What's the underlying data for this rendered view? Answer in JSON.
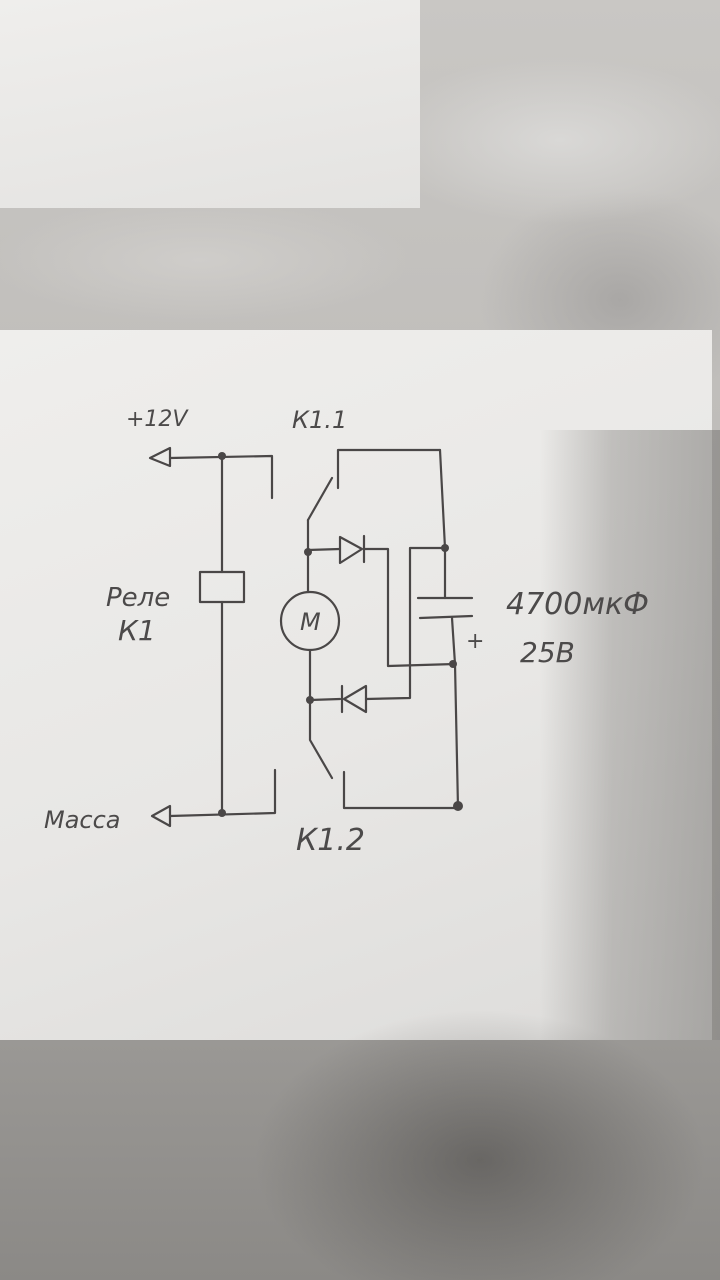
{
  "labels": {
    "supply": "+12V",
    "ground": "Масса",
    "relay_line1": "Реле",
    "relay_line2": "К1",
    "contact_top": "К1.1",
    "contact_bottom": "К1.2",
    "motor": "М",
    "capacitor_value": "4700мкФ",
    "capacitor_voltage": "25В",
    "capacitor_polarity": "+"
  },
  "colors": {
    "ink": "#4a4747",
    "paper": "#efeeec",
    "background": "#bdbbb8"
  }
}
